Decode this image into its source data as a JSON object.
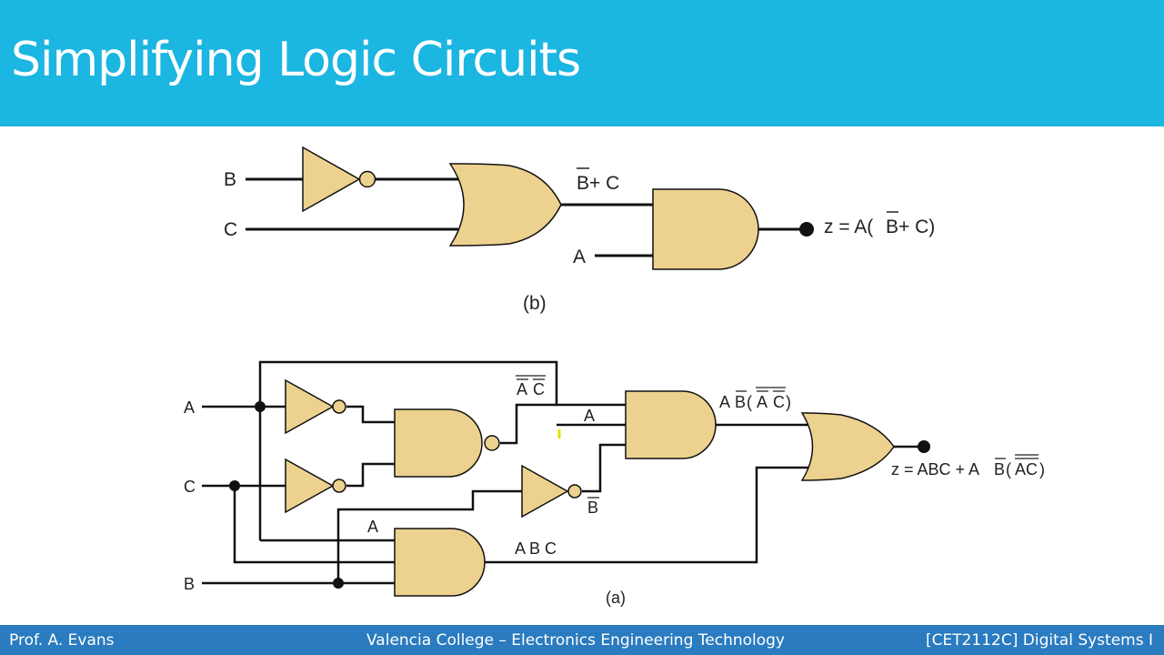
{
  "slide": {
    "title": "Simplifying Logic Circuits"
  },
  "footer": {
    "left": "Prof. A. Evans",
    "center": "Valencia College – Electronics Engineering Technology",
    "right": "[CET2112C] Digital Systems I"
  },
  "circuit_b": {
    "input_b": "B",
    "input_c": "C",
    "input_a": "A",
    "or_out_b": "B",
    "or_out_rest": " + C",
    "out_z": "z = A(",
    "out_b": "B",
    "out_rest": " + C)",
    "caption": "(b)"
  },
  "circuit_a": {
    "input_a": "A",
    "input_c": "C",
    "input_b": "B",
    "nand_out_a": "A",
    "nand_out_c": "C",
    "wire_a": "A",
    "wire_a2": "A",
    "and1_out_a": "A ",
    "and1_out_b": "B",
    "and1_out_open": "(",
    "and1_out_ac1": "A",
    "and1_out_ac2": "C",
    "and1_out_close": ")",
    "inv_b": "B",
    "and2_out": "A B C",
    "z_prefix": "z = ABC + A",
    "z_b": "B",
    "z_open": "(",
    "z_ac": "AC",
    "z_close": ")",
    "caption": "(a)"
  },
  "colors": {
    "title_bar": "#1bb6e1",
    "footer": "#2a7bbf",
    "gate_fill": "#edd18f"
  }
}
